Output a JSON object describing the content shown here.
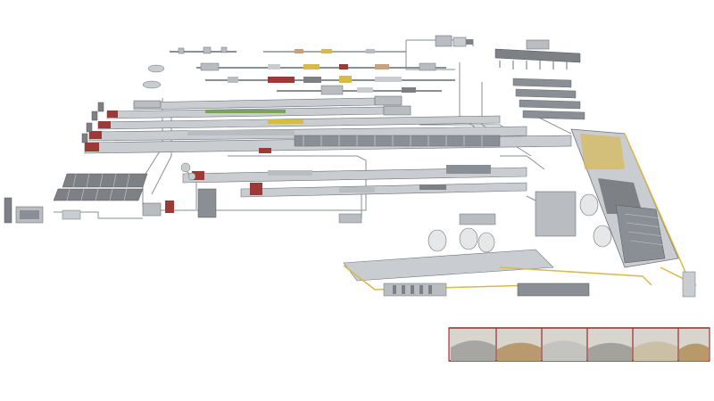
{
  "palette": {
    "background": "#ffffff",
    "conveyor": "#8a8f95",
    "conveyor_light": "#c9ccd0",
    "frame": "#6e7378",
    "machine": "#b9bcc0",
    "machine_dark": "#7d8186",
    "tray": "#9b3a36",
    "accent_yellow": "#d9b94a",
    "accent_green": "#7aa35a",
    "accent_tan": "#c8a27a",
    "bin_floor": "#d8d5cf"
  },
  "lines": [
    {
      "id": "line-1",
      "label": ""
    },
    {
      "id": "line-2",
      "label": ""
    },
    {
      "id": "line-3",
      "label": ""
    },
    {
      "id": "line-4",
      "label": ""
    },
    {
      "id": "line-5",
      "label": ""
    },
    {
      "id": "line-6",
      "label": ""
    },
    {
      "id": "line-7",
      "label": ""
    }
  ],
  "storage_bins": [
    {
      "id": "bin-1",
      "material": "grey"
    },
    {
      "id": "bin-2",
      "material": "tan"
    },
    {
      "id": "bin-3",
      "material": "light-grey"
    },
    {
      "id": "bin-4",
      "material": "grey"
    },
    {
      "id": "bin-5",
      "material": "beige"
    },
    {
      "id": "bin-6",
      "material": "tan"
    }
  ]
}
